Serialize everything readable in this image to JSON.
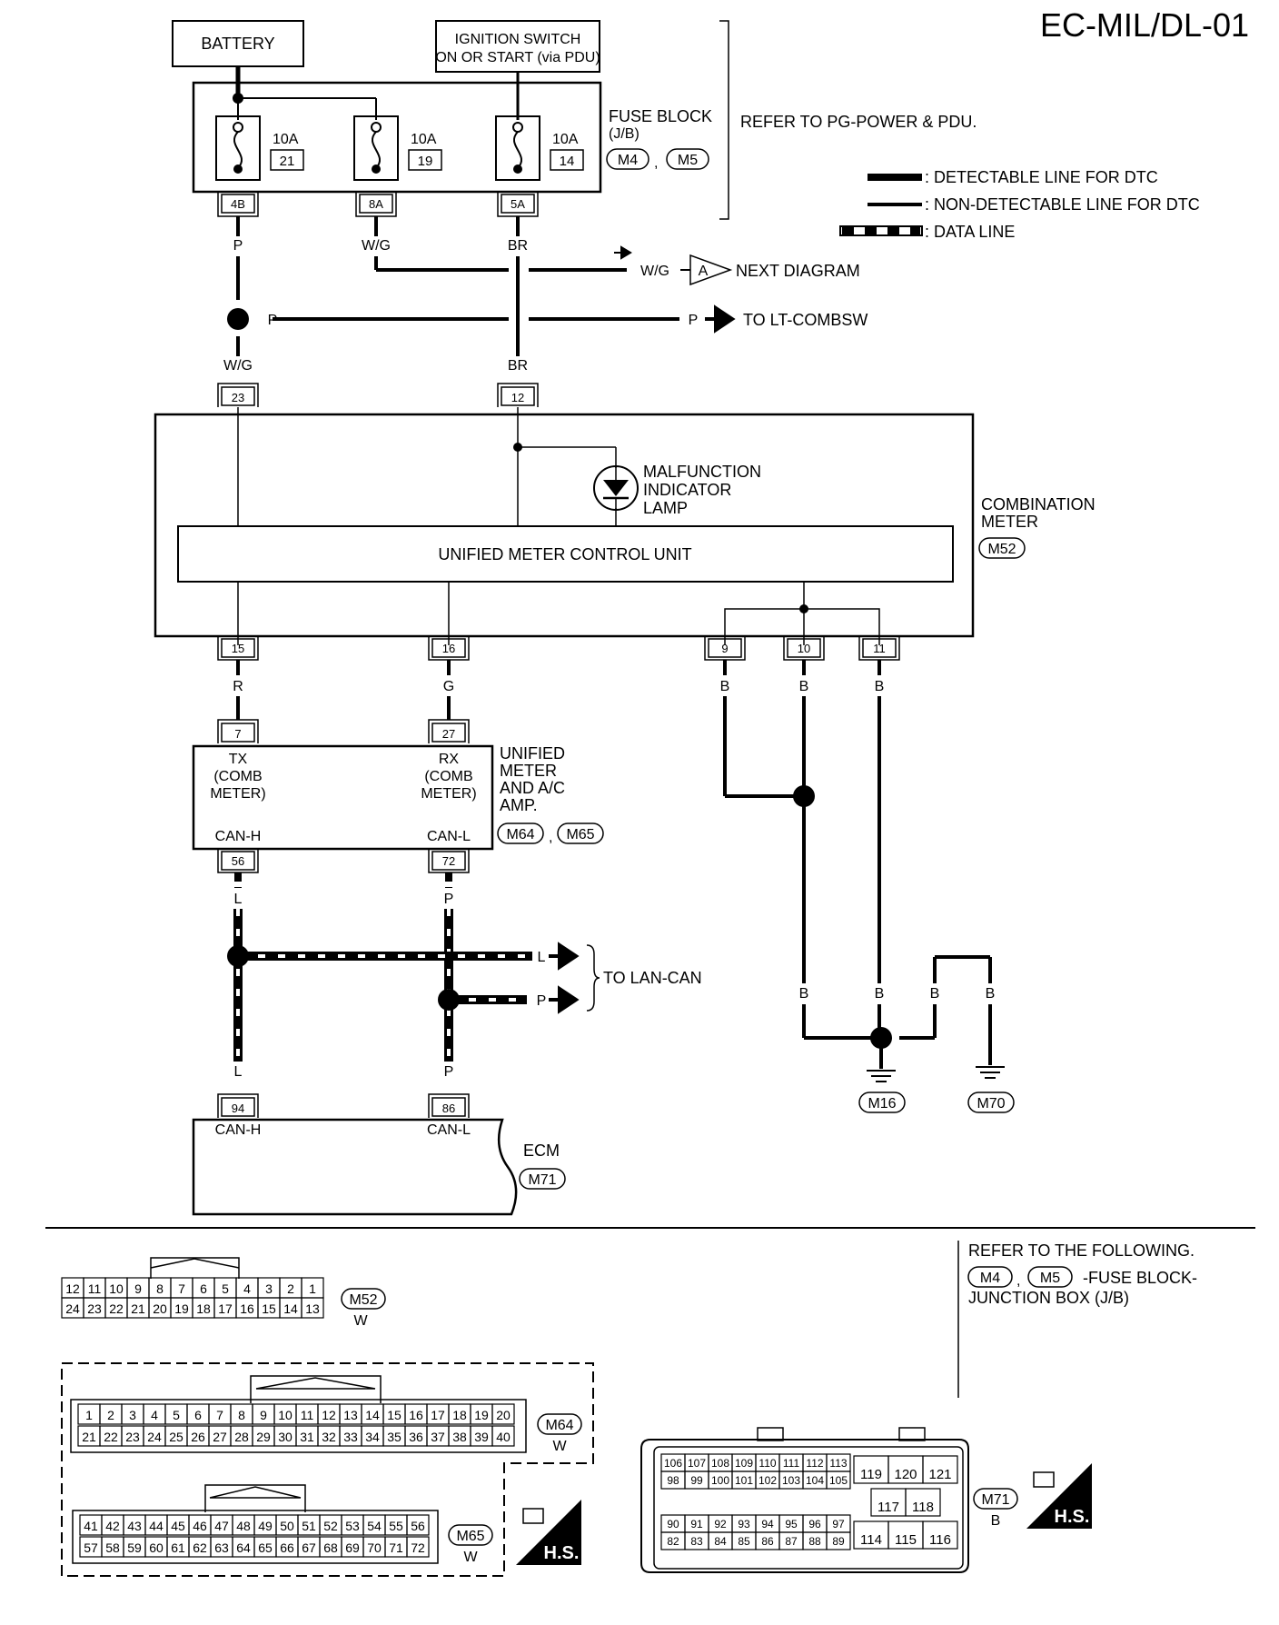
{
  "page": {
    "code": "EC-MIL/DL-01"
  },
  "supplies": {
    "battery": "BATTERY",
    "ignition_line1": "IGNITION SWITCH",
    "ignition_line2": "ON OR START (via PDU)"
  },
  "fuse_block": {
    "label_line1": "FUSE BLOCK",
    "label_line2": "(J/B)",
    "connectors": [
      "M4",
      "M5"
    ],
    "refer": "REFER TO PG-POWER & PDU.",
    "fuses": [
      {
        "amps": "10A",
        "num": "21",
        "terminal": "4B"
      },
      {
        "amps": "10A",
        "num": "19",
        "terminal": "8A"
      },
      {
        "amps": "10A",
        "num": "14",
        "terminal": "5A"
      }
    ]
  },
  "legend": {
    "detectable": ": DETECTABLE LINE FOR DTC",
    "non_detectable": ": NON-DETECTABLE LINE FOR DTC",
    "data": ": DATA LINE"
  },
  "wires": {
    "p": "P",
    "wg": "W/G",
    "br": "BR",
    "r": "R",
    "g": "G",
    "b": "B",
    "l": "L",
    "wg2": "W/G",
    "br2": "BR",
    "p_top": "P"
  },
  "refs": {
    "next_label": "W/G",
    "next_marker": "A",
    "next": "NEXT DIAGRAM",
    "p_label": "P",
    "lt": "TO LT-COMBSW",
    "lan": "TO LAN-CAN",
    "lan_l": "L",
    "lan_p": "P"
  },
  "combination_meter": {
    "label_line1": "COMBINATION",
    "label_line2": "METER",
    "connector": "M52",
    "mil_line1": "MALFUNCTION",
    "mil_line2": "INDICATOR",
    "mil_line3": "LAMP",
    "control_unit": "UNIFIED METER CONTROL UNIT",
    "pins_top": [
      "23",
      "12"
    ],
    "pins_bottom": [
      "15",
      "16",
      "9",
      "10",
      "11"
    ]
  },
  "amp": {
    "label_line1": "UNIFIED",
    "label_line2": "METER",
    "label_line3": "AND A/C",
    "label_line4": "AMP.",
    "connectors": [
      "M64",
      "M65"
    ],
    "tx1": "TX",
    "tx2": "(COMB",
    "tx3": "METER)",
    "rx1": "RX",
    "rx2": "(COMB",
    "rx3": "METER)",
    "canh": "CAN-H",
    "canl": "CAN-L",
    "pins": [
      "7",
      "27",
      "56",
      "72"
    ]
  },
  "ecm": {
    "label": "ECM",
    "connector": "M71",
    "canh": "CAN-H",
    "canl": "CAN-L",
    "pins": [
      "94",
      "86"
    ]
  },
  "grounds": [
    "M16",
    "M70"
  ],
  "connectors": {
    "refer_line1": "REFER TO THE FOLLOWING.",
    "refer_c1": "M4",
    "refer_c2": "M5",
    "refer_line2": "-FUSE BLOCK-",
    "refer_line3": "JUNCTION BOX (J/B)",
    "m52": {
      "id": "M52",
      "color": "W",
      "top": [
        "12",
        "11",
        "10",
        "9",
        "8",
        "7",
        "6",
        "5",
        "4",
        "3",
        "2",
        "1"
      ],
      "bottom": [
        "24",
        "23",
        "22",
        "21",
        "20",
        "19",
        "18",
        "17",
        "16",
        "15",
        "14",
        "13"
      ]
    },
    "m64": {
      "id": "M64",
      "color": "W",
      "top": [
        "1",
        "2",
        "3",
        "4",
        "5",
        "6",
        "7",
        "8",
        "9",
        "10",
        "11",
        "12",
        "13",
        "14",
        "15",
        "16",
        "17",
        "18",
        "19",
        "20"
      ],
      "bottom": [
        "21",
        "22",
        "23",
        "24",
        "25",
        "26",
        "27",
        "28",
        "29",
        "30",
        "31",
        "32",
        "33",
        "34",
        "35",
        "36",
        "37",
        "38",
        "39",
        "40"
      ]
    },
    "m65": {
      "id": "M65",
      "color": "W",
      "top": [
        "41",
        "42",
        "43",
        "44",
        "45",
        "46",
        "47",
        "48",
        "49",
        "50",
        "51",
        "52",
        "53",
        "54",
        "55",
        "56"
      ],
      "bottom": [
        "57",
        "58",
        "59",
        "60",
        "61",
        "62",
        "63",
        "64",
        "65",
        "66",
        "67",
        "68",
        "69",
        "70",
        "71",
        "72"
      ]
    },
    "m71": {
      "id": "M71",
      "color": "B",
      "r1": [
        "106",
        "107",
        "108",
        "109",
        "110",
        "111",
        "112",
        "113"
      ],
      "r2": [
        "98",
        "99",
        "100",
        "101",
        "102",
        "103",
        "104",
        "105"
      ],
      "r3": [
        "90",
        "91",
        "92",
        "93",
        "94",
        "95",
        "96",
        "97"
      ],
      "r4": [
        "82",
        "83",
        "84",
        "85",
        "86",
        "87",
        "88",
        "89"
      ],
      "right_top": [
        "119",
        "120",
        "121"
      ],
      "right_mid": [
        "117",
        "118"
      ],
      "right_bot": [
        "114",
        "115",
        "116"
      ]
    },
    "hs": "H.S."
  }
}
